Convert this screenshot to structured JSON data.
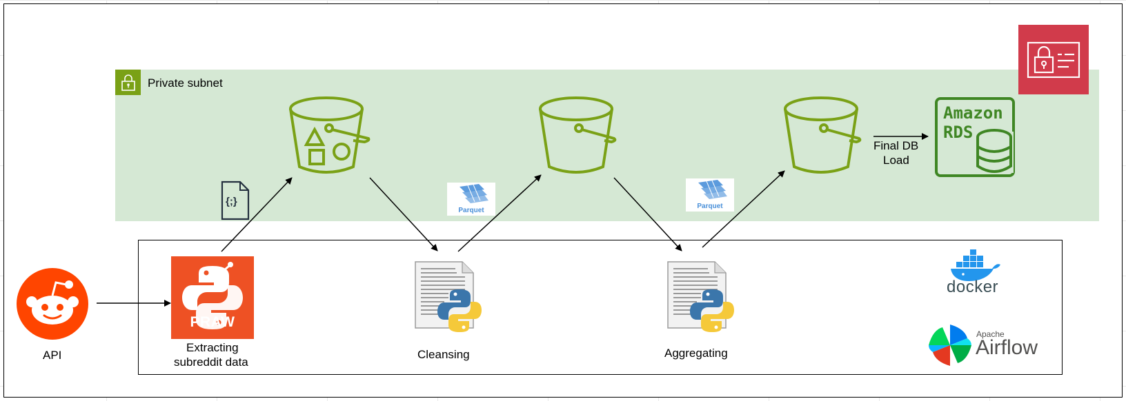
{
  "diagram": {
    "subnet_label": "Private subnet",
    "labels": {
      "api": "API",
      "extracting_line1": "Extracting",
      "extracting_line2": "subreddit data",
      "cleansing": "Cleansing",
      "aggregating": "Aggregating",
      "final_line1": "Final DB",
      "final_line2": "Load"
    },
    "praw_text": "PRAW",
    "parquet_text": "Parquet",
    "json_icon_text": "{;}",
    "rds_line1": "Amazon",
    "rds_line2": "RDS",
    "docker_text": "docker",
    "airflow_small": "Apache",
    "airflow_big": "Airflow",
    "colors": {
      "subnet_fill": "#d5e8d4",
      "subnet_badge": "#7aa116",
      "bucket_stroke": "#7aa116",
      "rds_green": "#3f8624",
      "reddit_orange": "#ff4500",
      "praw_orange": "#ee5124",
      "secrets_red": "#d13b4b"
    }
  }
}
